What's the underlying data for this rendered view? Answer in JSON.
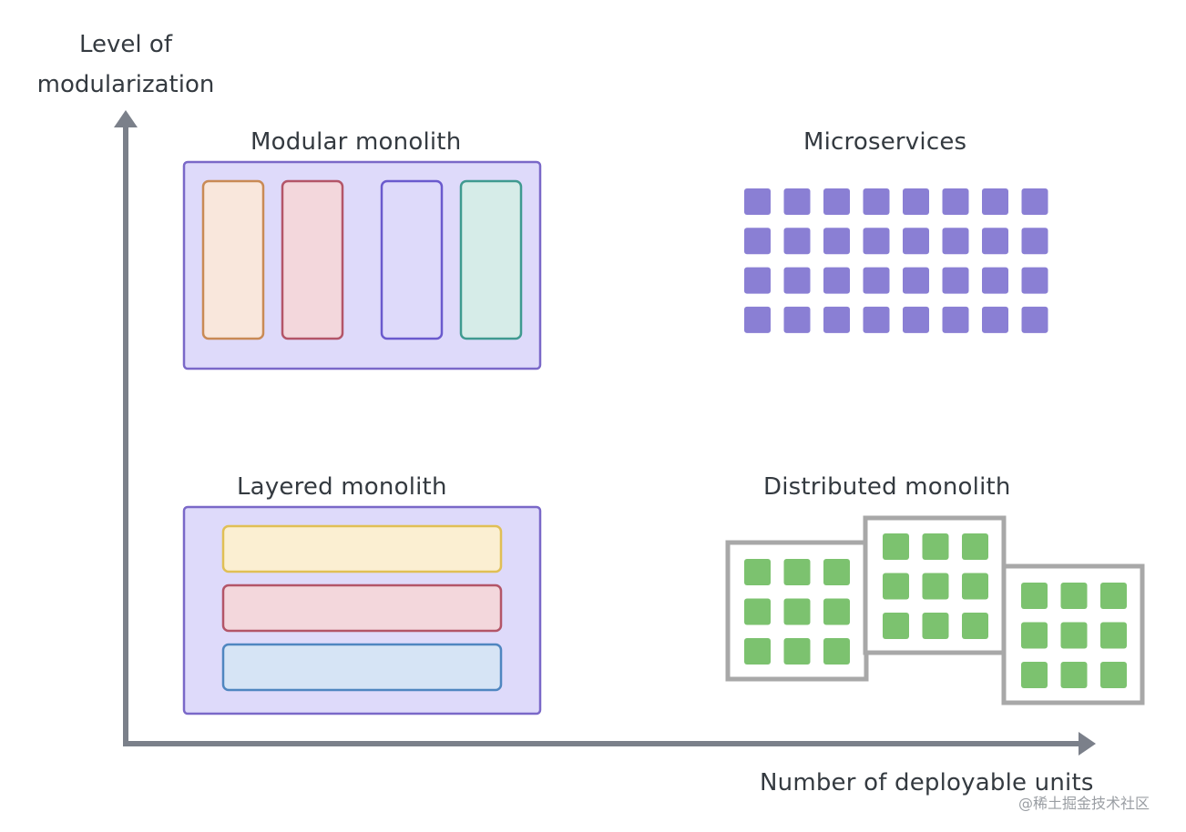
{
  "diagram": {
    "y_axis_label_line1": "Level of",
    "y_axis_label_line2": "modularization",
    "x_axis_label": "Number of deployable units",
    "quadrants": {
      "modular_monolith": {
        "title": "Modular monolith",
        "container_color": "#dedafa",
        "container_border": "#7a68c8",
        "modules": [
          {
            "fill": "#f9e7dc",
            "stroke": "#c98a55"
          },
          {
            "fill": "#f3d7dc",
            "stroke": "#b35568"
          },
          {
            "fill": "#dedafa",
            "stroke": "#6a5acd"
          },
          {
            "fill": "#d6ece8",
            "stroke": "#3f9a90"
          }
        ]
      },
      "microservices": {
        "title": "Microservices",
        "rows": 4,
        "cols": 8,
        "unit_color": "#8a7fd4"
      },
      "layered_monolith": {
        "title": "Layered monolith",
        "container_color": "#dedafa",
        "container_border": "#7a68c8",
        "layers": [
          {
            "fill": "#fbefd2",
            "stroke": "#e0bf55"
          },
          {
            "fill": "#f3d7dc",
            "stroke": "#b35568"
          },
          {
            "fill": "#d6e4f5",
            "stroke": "#4f86c0"
          }
        ]
      },
      "distributed_monolith": {
        "title": "Distributed monolith",
        "frame_color": "#a8a8a8",
        "unit_color": "#7cc26f",
        "units_per_frame": {
          "rows": 3,
          "cols": 3
        },
        "frames": 3
      }
    },
    "axis_color": "#7b808a",
    "watermark": "@稀土掘金技术社区"
  }
}
